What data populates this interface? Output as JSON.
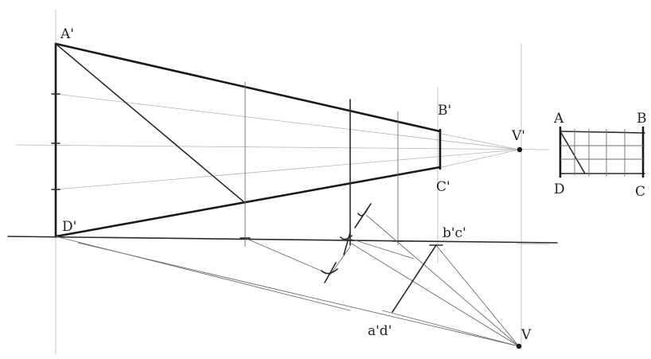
{
  "labels": {
    "a_prime": "A'",
    "b_prime": "B'",
    "c_prime": "C'",
    "d_prime": "D'",
    "v_prime": "V'",
    "v": "V",
    "bc_prime": "b'c'",
    "ad_prime": "a'd'",
    "a": "A",
    "b": "B",
    "c": "C",
    "d": "D"
  }
}
